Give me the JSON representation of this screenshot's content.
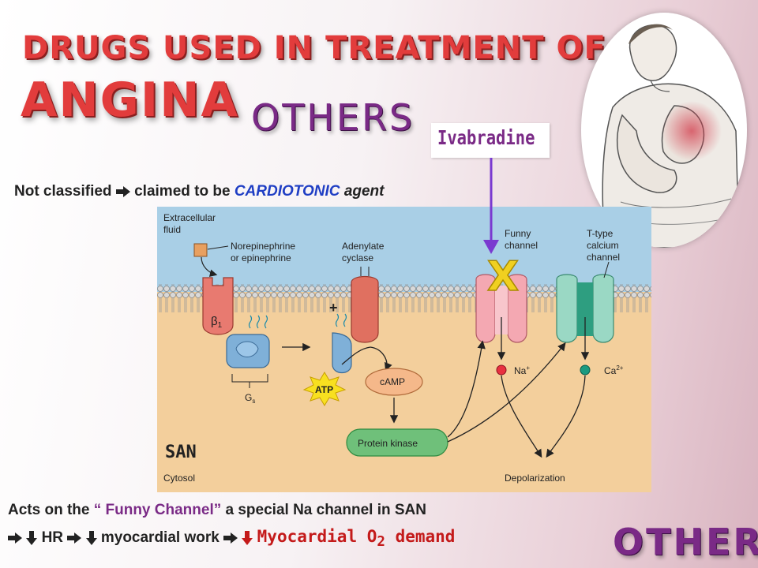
{
  "title_line1": "DRUGS USED IN TREATMENT OF",
  "title_line2": "ANGINA",
  "others_top": "OTHERS",
  "others_bottom": "OTHERS",
  "drug_label": "Ivabradine",
  "line1": {
    "part1": "Not classified",
    "part2": "claimed to be",
    "cardiotonic": "CARDIOTONIC",
    "agent": "agent"
  },
  "line2": {
    "part1": "Acts on the",
    "funny": "“ Funny Channel”",
    "part2": "a special Na channel in SAN"
  },
  "line3": {
    "hr": "HR",
    "work": "myocardial work",
    "demand": "Myocardial O",
    "demand_sub": "2",
    "demand_end": " demand"
  },
  "diagram": {
    "extracellular": "Extracellular",
    "fluid": "fluid",
    "norepi1": "Norepinephrine",
    "norepi2": "or epinephrine",
    "adenylate1": "Adenylate",
    "adenylate2": "cyclase",
    "funny1": "Funny",
    "funny2": "channel",
    "ttype1": "T-type",
    "ttype2": "calcium",
    "ttype3": "channel",
    "beta": "β",
    "beta_sub": "1",
    "gs": "G",
    "gs_sub": "s",
    "atp": "ATP",
    "camp": "cAMP",
    "protein_kinase": "Protein kinase",
    "na": "Na",
    "na_sup": "+",
    "ca": "Ca",
    "ca_sup": "2+",
    "plus": "+",
    "san": "SAN",
    "cytosol": "Cytosol",
    "depolarization": "Depolarization",
    "block_mark": "X"
  },
  "colors": {
    "title_red": "#e23c3c",
    "others_purple": "#7a2a86",
    "cardiotonic_blue": "#1f3ec4",
    "demand_red": "#c41a1a",
    "extracellular_bg": "#a9cfe6",
    "cytosol_bg": "#f3cf9c"
  }
}
